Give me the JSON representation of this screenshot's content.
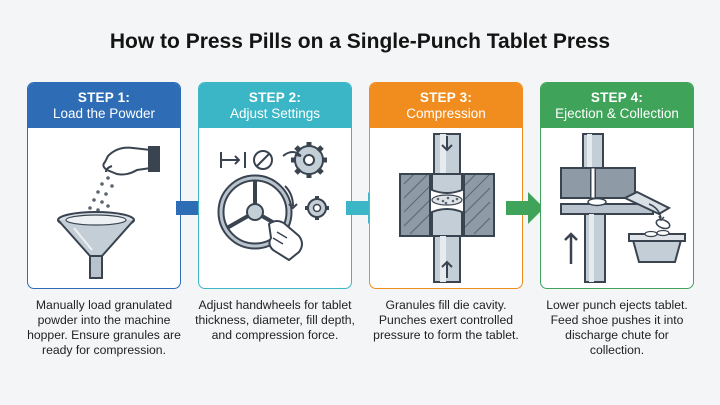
{
  "title": "How to Press Pills on a Single-Punch Tablet Press",
  "colors": {
    "step1": "#2e6db6",
    "step2": "#3bb6c7",
    "step3": "#f18d1f",
    "step4": "#3fa45a",
    "ink": "#3a4450",
    "metal": "#b8c3cd"
  },
  "steps": [
    {
      "step_label": "STEP 1:",
      "name": "Load the Powder",
      "icon": "funnel-hopper-icon",
      "description": "Manually load granulated powder into the machine hopper. Ensure granules are ready for compression."
    },
    {
      "step_label": "STEP 2:",
      "name": "Adjust Settings",
      "icon": "handwheel-gears-icon",
      "description": "Adjust handwheels for tablet thickness, diameter, fill depth, and compression force."
    },
    {
      "step_label": "STEP 3:",
      "name": "Compression",
      "icon": "punch-die-icon",
      "description": "Granules fill die cavity. Punches exert controlled pressure to form the tablet."
    },
    {
      "step_label": "STEP 4:",
      "name": "Ejection & Collection",
      "icon": "ejection-chute-icon",
      "description": "Lower punch ejects tablet. Feed shoe pushes it into discharge chute for collection."
    }
  ]
}
